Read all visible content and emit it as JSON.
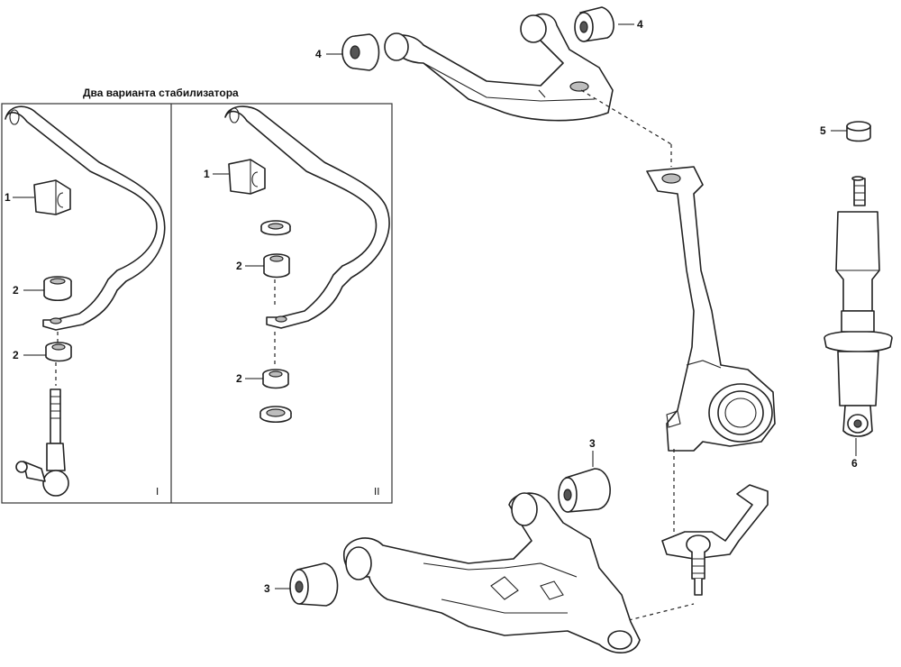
{
  "title": "Два варианта стабилизатора",
  "labels": {
    "n1": "1",
    "n2": "2",
    "n3": "3",
    "n4": "4",
    "n5": "5",
    "n6": "6"
  },
  "variants": {
    "first": "I",
    "second": "II"
  }
}
